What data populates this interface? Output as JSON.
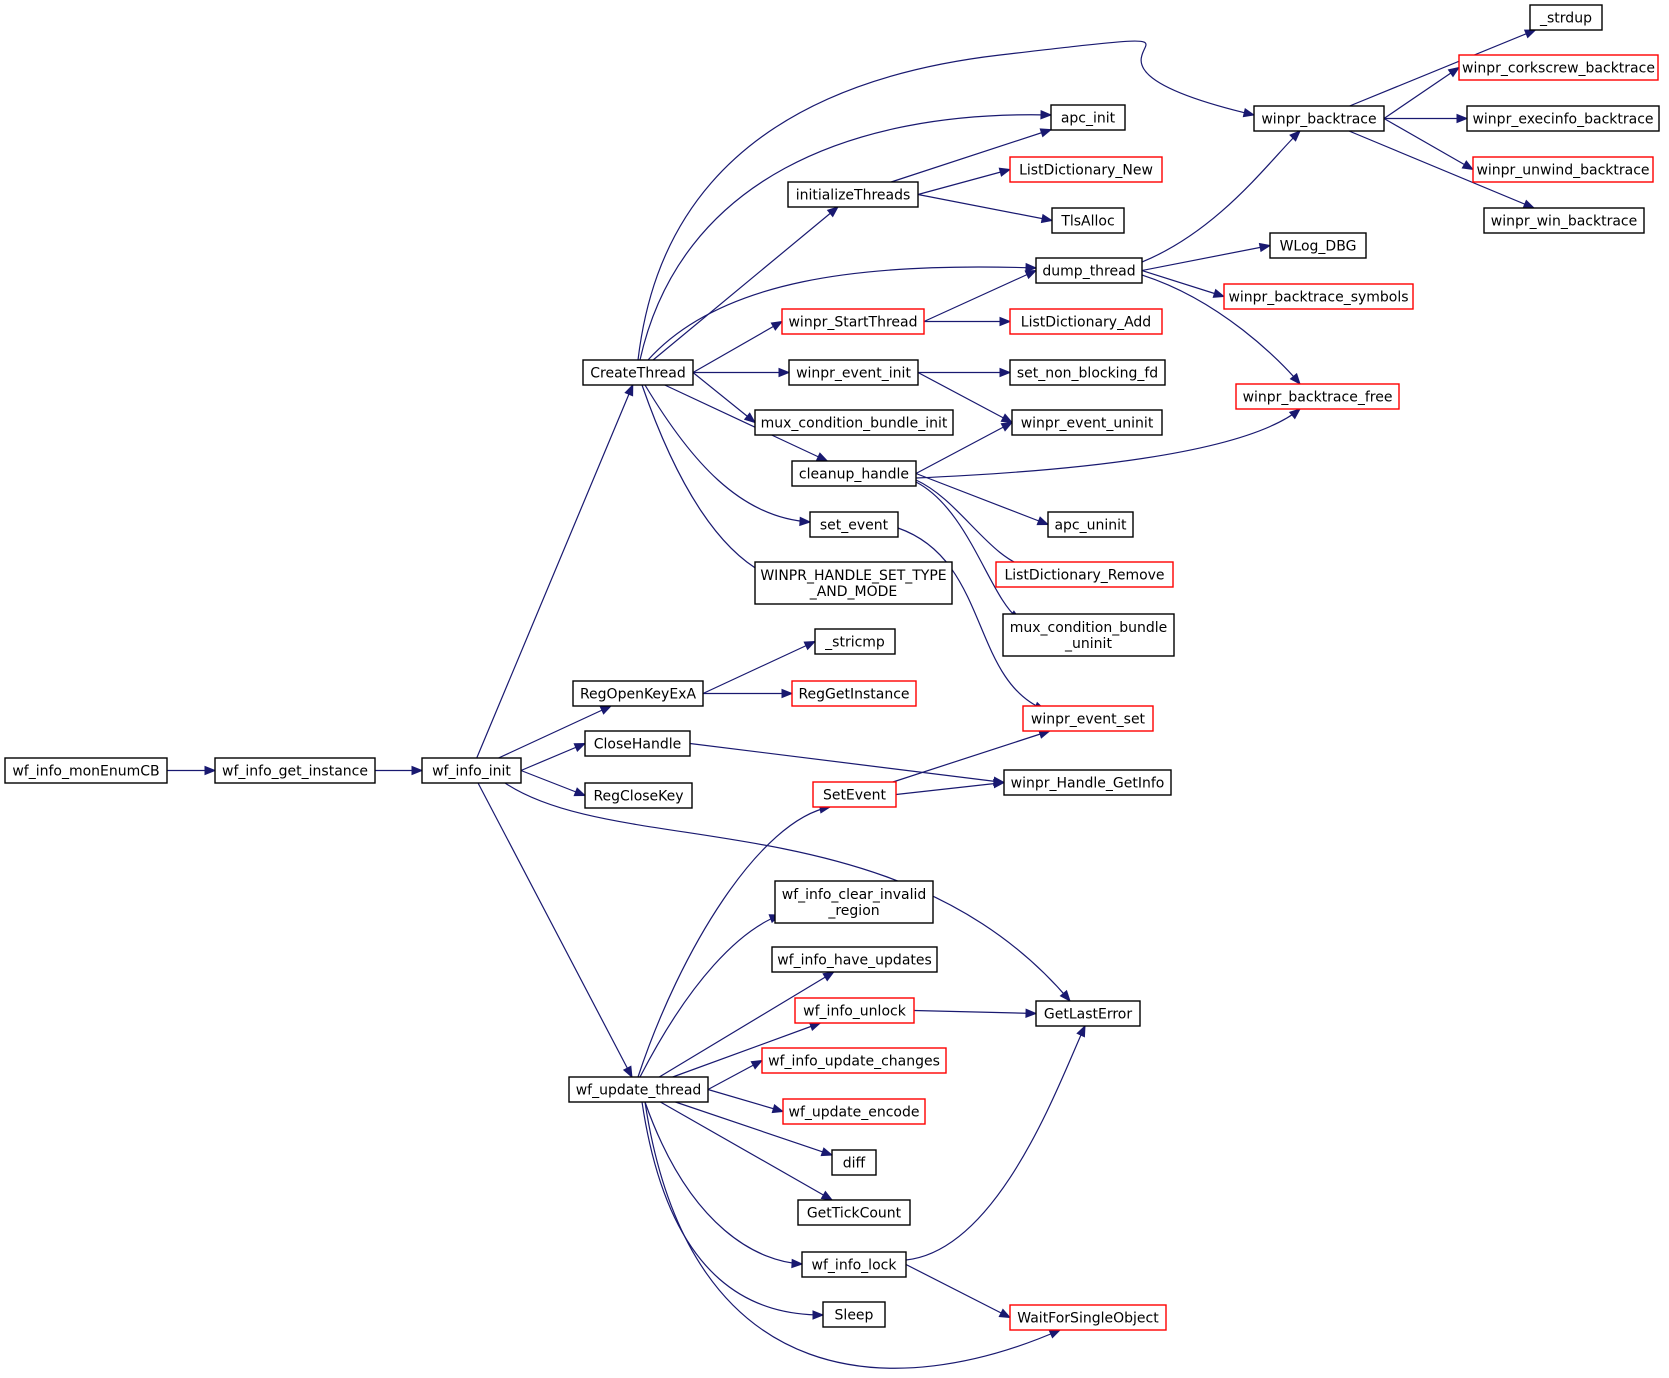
{
  "graph": {
    "nodes": [
      {
        "id": "wf_info_monEnumCB",
        "lines": [
          "wf_info_monEnumCB"
        ],
        "style": "root"
      },
      {
        "id": "wf_info_get_instance",
        "lines": [
          "wf_info_get_instance"
        ],
        "style": "plain"
      },
      {
        "id": "wf_info_init",
        "lines": [
          "wf_info_init"
        ],
        "style": "plain"
      },
      {
        "id": "CreateThread",
        "lines": [
          "CreateThread"
        ],
        "style": "plain"
      },
      {
        "id": "RegOpenKeyExA",
        "lines": [
          "RegOpenKeyExA"
        ],
        "style": "plain"
      },
      {
        "id": "CloseHandle",
        "lines": [
          "CloseHandle"
        ],
        "style": "plain"
      },
      {
        "id": "RegCloseKey",
        "lines": [
          "RegCloseKey"
        ],
        "style": "plain"
      },
      {
        "id": "wf_update_thread",
        "lines": [
          "wf_update_thread"
        ],
        "style": "plain"
      },
      {
        "id": "initializeThreads",
        "lines": [
          "initializeThreads"
        ],
        "style": "plain"
      },
      {
        "id": "winpr_StartThread",
        "lines": [
          "winpr_StartThread"
        ],
        "style": "incomplete"
      },
      {
        "id": "winpr_event_init",
        "lines": [
          "winpr_event_init"
        ],
        "style": "plain"
      },
      {
        "id": "mux_condition_bundle_init",
        "lines": [
          "mux_condition_bundle_init"
        ],
        "style": "plain"
      },
      {
        "id": "cleanup_handle",
        "lines": [
          "cleanup_handle"
        ],
        "style": "plain"
      },
      {
        "id": "set_event",
        "lines": [
          "set_event"
        ],
        "style": "plain"
      },
      {
        "id": "WINPR_HANDLE_SET_TYPE_AND_MODE",
        "lines": [
          "WINPR_HANDLE_SET_TYPE",
          "_AND_MODE"
        ],
        "style": "plain"
      },
      {
        "id": "_stricmp",
        "lines": [
          "_stricmp"
        ],
        "style": "plain"
      },
      {
        "id": "RegGetInstance",
        "lines": [
          "RegGetInstance"
        ],
        "style": "incomplete"
      },
      {
        "id": "SetEvent",
        "lines": [
          "SetEvent"
        ],
        "style": "incomplete"
      },
      {
        "id": "wf_info_clear_invalid_region",
        "lines": [
          "wf_info_clear_invalid",
          "_region"
        ],
        "style": "plain"
      },
      {
        "id": "wf_info_have_updates",
        "lines": [
          "wf_info_have_updates"
        ],
        "style": "plain"
      },
      {
        "id": "wf_info_unlock",
        "lines": [
          "wf_info_unlock"
        ],
        "style": "incomplete"
      },
      {
        "id": "wf_info_update_changes",
        "lines": [
          "wf_info_update_changes"
        ],
        "style": "incomplete"
      },
      {
        "id": "wf_update_encode",
        "lines": [
          "wf_update_encode"
        ],
        "style": "incomplete"
      },
      {
        "id": "diff",
        "lines": [
          "diff"
        ],
        "style": "plain"
      },
      {
        "id": "GetTickCount",
        "lines": [
          "GetTickCount"
        ],
        "style": "plain"
      },
      {
        "id": "wf_info_lock",
        "lines": [
          "wf_info_lock"
        ],
        "style": "plain"
      },
      {
        "id": "Sleep",
        "lines": [
          "Sleep"
        ],
        "style": "plain"
      },
      {
        "id": "apc_init",
        "lines": [
          "apc_init"
        ],
        "style": "plain"
      },
      {
        "id": "ListDictionary_New",
        "lines": [
          "ListDictionary_New"
        ],
        "style": "incomplete"
      },
      {
        "id": "TlsAlloc",
        "lines": [
          "TlsAlloc"
        ],
        "style": "plain"
      },
      {
        "id": "dump_thread",
        "lines": [
          "dump_thread"
        ],
        "style": "plain"
      },
      {
        "id": "ListDictionary_Add",
        "lines": [
          "ListDictionary_Add"
        ],
        "style": "incomplete"
      },
      {
        "id": "set_non_blocking_fd",
        "lines": [
          "set_non_blocking_fd"
        ],
        "style": "plain"
      },
      {
        "id": "winpr_event_uninit",
        "lines": [
          "winpr_event_uninit"
        ],
        "style": "plain"
      },
      {
        "id": "apc_uninit",
        "lines": [
          "apc_uninit"
        ],
        "style": "plain"
      },
      {
        "id": "ListDictionary_Remove",
        "lines": [
          "ListDictionary_Remove"
        ],
        "style": "incomplete"
      },
      {
        "id": "mux_condition_bundle_uninit",
        "lines": [
          "mux_condition_bundle",
          "_uninit"
        ],
        "style": "plain"
      },
      {
        "id": "winpr_event_set",
        "lines": [
          "winpr_event_set"
        ],
        "style": "incomplete"
      },
      {
        "id": "winpr_Handle_GetInfo",
        "lines": [
          "winpr_Handle_GetInfo"
        ],
        "style": "plain"
      },
      {
        "id": "GetLastError",
        "lines": [
          "GetLastError"
        ],
        "style": "plain"
      },
      {
        "id": "WaitForSingleObject",
        "lines": [
          "WaitForSingleObject"
        ],
        "style": "incomplete"
      },
      {
        "id": "winpr_backtrace",
        "lines": [
          "winpr_backtrace"
        ],
        "style": "plain"
      },
      {
        "id": "WLog_DBG",
        "lines": [
          "WLog_DBG"
        ],
        "style": "plain"
      },
      {
        "id": "winpr_backtrace_symbols",
        "lines": [
          "winpr_backtrace_symbols"
        ],
        "style": "incomplete"
      },
      {
        "id": "winpr_backtrace_free",
        "lines": [
          "winpr_backtrace_free"
        ],
        "style": "incomplete"
      },
      {
        "id": "_strdup",
        "lines": [
          "_strdup"
        ],
        "style": "plain"
      },
      {
        "id": "winpr_corkscrew_backtrace",
        "lines": [
          "winpr_corkscrew_backtrace"
        ],
        "style": "incomplete"
      },
      {
        "id": "winpr_execinfo_backtrace",
        "lines": [
          "winpr_execinfo_backtrace"
        ],
        "style": "plain"
      },
      {
        "id": "winpr_unwind_backtrace",
        "lines": [
          "winpr_unwind_backtrace"
        ],
        "style": "incomplete"
      },
      {
        "id": "winpr_win_backtrace",
        "lines": [
          "winpr_win_backtrace"
        ],
        "style": "plain"
      }
    ],
    "edges": [
      [
        "wf_info_monEnumCB",
        "wf_info_get_instance"
      ],
      [
        "wf_info_get_instance",
        "wf_info_init"
      ],
      [
        "wf_info_init",
        "CreateThread"
      ],
      [
        "wf_info_init",
        "RegOpenKeyExA"
      ],
      [
        "wf_info_init",
        "CloseHandle"
      ],
      [
        "wf_info_init",
        "RegCloseKey"
      ],
      [
        "wf_info_init",
        "wf_update_thread"
      ],
      [
        "wf_info_init",
        "GetLastError"
      ],
      [
        "CreateThread",
        "winpr_backtrace"
      ],
      [
        "CreateThread",
        "apc_init"
      ],
      [
        "CreateThread",
        "initializeThreads"
      ],
      [
        "CreateThread",
        "dump_thread"
      ],
      [
        "CreateThread",
        "winpr_StartThread"
      ],
      [
        "CreateThread",
        "winpr_event_init"
      ],
      [
        "CreateThread",
        "mux_condition_bundle_init"
      ],
      [
        "CreateThread",
        "cleanup_handle"
      ],
      [
        "CreateThread",
        "set_event"
      ],
      [
        "CreateThread",
        "WINPR_HANDLE_SET_TYPE_AND_MODE"
      ],
      [
        "initializeThreads",
        "apc_init"
      ],
      [
        "initializeThreads",
        "ListDictionary_New"
      ],
      [
        "initializeThreads",
        "TlsAlloc"
      ],
      [
        "winpr_StartThread",
        "dump_thread"
      ],
      [
        "winpr_StartThread",
        "ListDictionary_Add"
      ],
      [
        "winpr_event_init",
        "set_non_blocking_fd"
      ],
      [
        "winpr_event_init",
        "winpr_event_uninit"
      ],
      [
        "cleanup_handle",
        "winpr_event_uninit"
      ],
      [
        "cleanup_handle",
        "winpr_backtrace_free"
      ],
      [
        "cleanup_handle",
        "apc_uninit"
      ],
      [
        "cleanup_handle",
        "ListDictionary_Remove"
      ],
      [
        "cleanup_handle",
        "mux_condition_bundle_uninit"
      ],
      [
        "set_event",
        "winpr_event_set"
      ],
      [
        "RegOpenKeyExA",
        "_stricmp"
      ],
      [
        "RegOpenKeyExA",
        "RegGetInstance"
      ],
      [
        "CloseHandle",
        "winpr_Handle_GetInfo"
      ],
      [
        "SetEvent",
        "winpr_event_set"
      ],
      [
        "SetEvent",
        "winpr_Handle_GetInfo"
      ],
      [
        "wf_update_thread",
        "SetEvent"
      ],
      [
        "wf_update_thread",
        "wf_info_clear_invalid_region"
      ],
      [
        "wf_update_thread",
        "wf_info_have_updates"
      ],
      [
        "wf_update_thread",
        "wf_info_unlock"
      ],
      [
        "wf_update_thread",
        "wf_info_update_changes"
      ],
      [
        "wf_update_thread",
        "wf_update_encode"
      ],
      [
        "wf_update_thread",
        "diff"
      ],
      [
        "wf_update_thread",
        "GetTickCount"
      ],
      [
        "wf_update_thread",
        "wf_info_lock"
      ],
      [
        "wf_update_thread",
        "Sleep"
      ],
      [
        "wf_update_thread",
        "WaitForSingleObject"
      ],
      [
        "wf_info_unlock",
        "GetLastError"
      ],
      [
        "wf_info_lock",
        "GetLastError"
      ],
      [
        "wf_info_lock",
        "WaitForSingleObject"
      ],
      [
        "dump_thread",
        "winpr_backtrace"
      ],
      [
        "dump_thread",
        "WLog_DBG"
      ],
      [
        "dump_thread",
        "winpr_backtrace_symbols"
      ],
      [
        "dump_thread",
        "winpr_backtrace_free"
      ],
      [
        "winpr_backtrace",
        "_strdup"
      ],
      [
        "winpr_backtrace",
        "winpr_corkscrew_backtrace"
      ],
      [
        "winpr_backtrace",
        "winpr_execinfo_backtrace"
      ],
      [
        "winpr_backtrace",
        "winpr_unwind_backtrace"
      ],
      [
        "winpr_backtrace",
        "winpr_win_backtrace"
      ]
    ],
    "colors": {
      "edge": "#191970",
      "root_fill": "#bfbfbf",
      "border": "#000000",
      "incomplete_border": "#ff0000",
      "text": "#000000"
    }
  }
}
